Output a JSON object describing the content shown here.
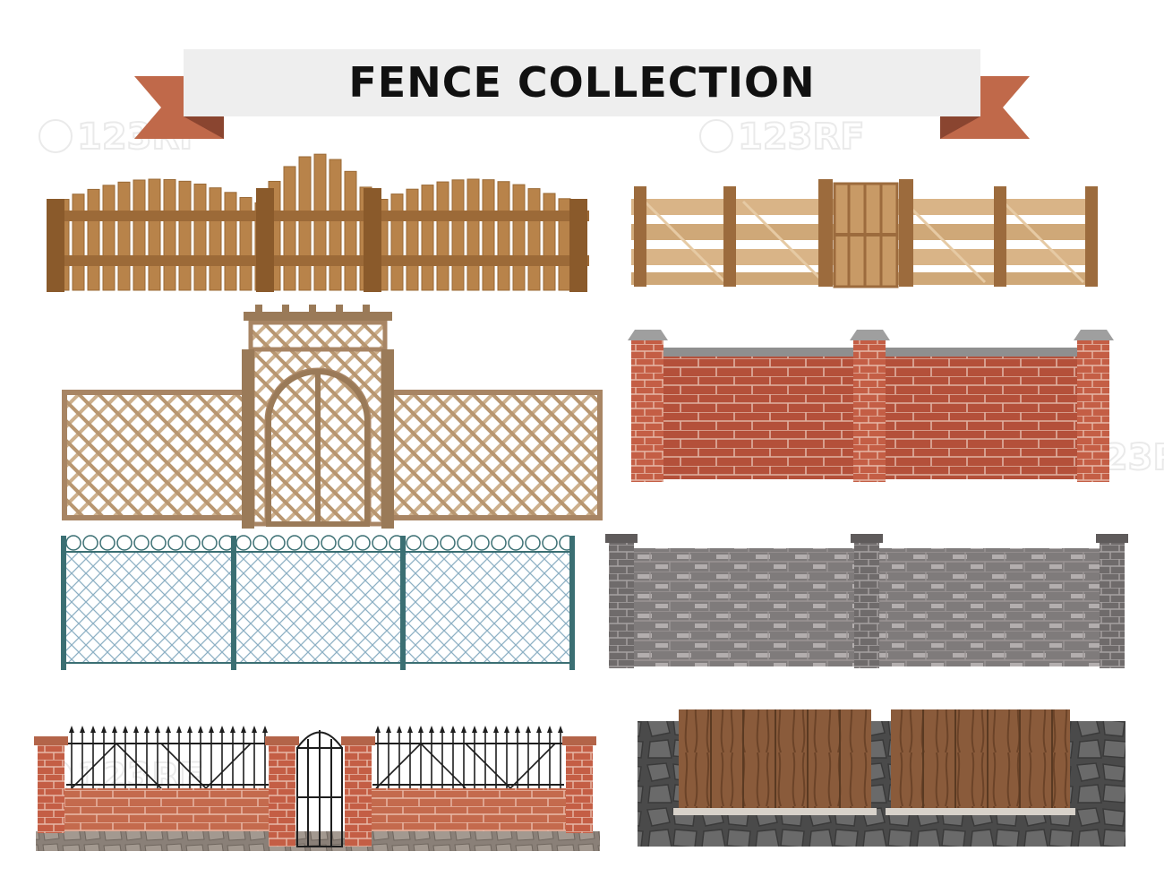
{
  "banner": {
    "title": "FENCE COLLECTION",
    "ribbon_color": "#c0694a",
    "ribbon_shadow": "#8a4530",
    "band_color": "#eeeeee"
  },
  "watermark": {
    "text": "123RF"
  },
  "fences": [
    {
      "id": "wooden-picket-arched",
      "wood": "#b8834a",
      "wood_dark": "#8a5a2b"
    },
    {
      "id": "wooden-plank-rail",
      "wood": "#d6b084",
      "wood_dark": "#9c6b3d"
    },
    {
      "id": "wooden-lattice-with-arch-gate",
      "wood": "#c9ad8a",
      "wood_dark": "#9a7a58"
    },
    {
      "id": "red-brick-wall",
      "brick": "#b4503a",
      "mortar": "#e0b2a2",
      "cap": "#9a9a9a"
    },
    {
      "id": "chain-link-mesh",
      "mesh": "#7a9fb4",
      "post": "#3b6f73"
    },
    {
      "id": "grey-brick-wall",
      "brick": "#7f7b7b",
      "mortar": "#b7b2b2"
    },
    {
      "id": "wrought-iron-on-brick",
      "iron": "#1e1e1e",
      "brick": "#c46a4d",
      "stone": "#8a8078"
    },
    {
      "id": "wood-panels-on-stone",
      "wood": "#8a5b3b",
      "stone": "#4c4c4c"
    }
  ]
}
